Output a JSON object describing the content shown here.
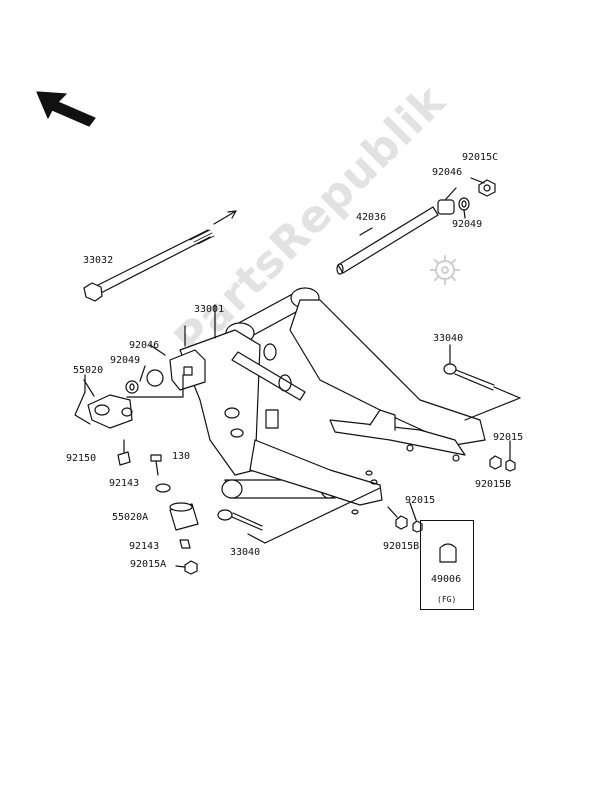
{
  "watermark": "PartsRepublik",
  "labels": {
    "l92015C": "92015C",
    "l92046_top": "92046",
    "l92049_top": "92049",
    "l42036": "42036",
    "l33032": "33032",
    "l33001": "33001",
    "l92046_left": "92046",
    "l92049_left": "92049",
    "l55020": "55020",
    "l33040_right": "33040",
    "l92150": "92150",
    "l130": "130",
    "l92143_a": "92143",
    "l55020A": "55020A",
    "l92143_b": "92143",
    "l92015A": "92015A",
    "l33040_bottom": "33040",
    "l92015_right": "92015",
    "l92015B_right": "92015B",
    "l92015_mid": "92015",
    "l92015B_mid": "92015B",
    "l49006": "49006",
    "lFG": "(FG)"
  },
  "icons": {
    "direction": "front-direction-arrow-icon",
    "gear": "gear-icon"
  },
  "colors": {
    "line": "#111111",
    "fill": "#ffffff",
    "watermark": "#e2e2e2"
  }
}
